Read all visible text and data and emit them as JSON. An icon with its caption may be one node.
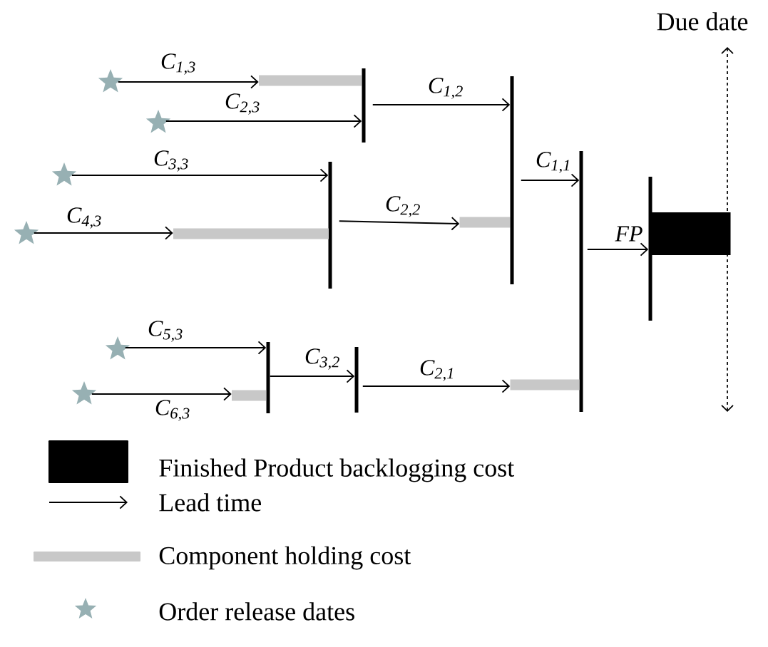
{
  "diagram": {
    "nodes": [
      {
        "text": [],
        "shape": "star"
      },
      {
        "text": [],
        "shape": "star"
      },
      {
        "text": [],
        "shape": "star"
      },
      {
        "text": [],
        "shape": "star"
      },
      {
        "text": [],
        "shape": "star"
      },
      {
        "text": [],
        "shape": "star"
      },
      {
        "text": [],
        "shape": "bar"
      },
      {
        "text": [],
        "shape": "bar"
      },
      {
        "text": [],
        "shape": "bar"
      },
      {
        "text": [],
        "shape": "bar"
      },
      {
        "text": [],
        "shape": "bar"
      },
      {
        "text": [],
        "shape": "bar"
      },
      {
        "text": [],
        "shape": "bar"
      },
      {
        "text": [],
        "shape": "bar"
      },
      {
        "text": [],
        "shape": "box"
      },
      {
        "text": [],
        "shape": "bar"
      },
      {
        "text": [],
        "shape": "bar"
      },
      {
        "text": [],
        "shape": "bar"
      },
      {
        "text": [],
        "shape": "bar"
      }
    ],
    "edges": [
      {
        "from": 0,
        "to": 6,
        "arrow": "to",
        "label": "C$_{1,3}$"
      },
      {
        "from": 1,
        "to": 7,
        "arrow": "to",
        "label": "C$_{2,3}$"
      },
      {
        "from": 2,
        "to": 8,
        "arrow": "to",
        "label": "C$_{3,3}$"
      },
      {
        "from": 3,
        "to": 9,
        "arrow": "to",
        "label": "C$_{4,3}$"
      },
      {
        "from": 7,
        "to": 11,
        "arrow": "to",
        "label": "C$_{1,2}$"
      },
      {
        "from": 8,
        "to": 10,
        "arrow": "to",
        "label": "C$_{2,2}$"
      },
      {
        "from": 11,
        "to": 12,
        "arrow": "to",
        "label": "C$_{1,1}$"
      },
      {
        "from": 12,
        "to": 13,
        "arrow": "to",
        "label": "FP"
      },
      {
        "from": 4,
        "to": 15,
        "arrow": "to",
        "label": "C$_{5,3}$"
      },
      {
        "from": 5,
        "to": 16,
        "arrow": "to",
        "label": "C$_{6,3}$"
      },
      {
        "from": 15,
        "to": 17,
        "arrow": "to",
        "label": "C$_{3,2}$"
      },
      {
        "from": 17,
        "to": 18,
        "arrow": "to",
        "label": "C$_{2,1}$"
      }
    ],
    "labels": [
      "Due date"
    ],
    "legend": [
      {
        "text": "Finished Product backlogging cost",
        "color": "#000000"
      },
      {
        "text": "Lead time"
      },
      {
        "text": "Component holding cost",
        "color": "#c8c8c8"
      },
      {
        "text": "Order release dates"
      }
    ]
  }
}
